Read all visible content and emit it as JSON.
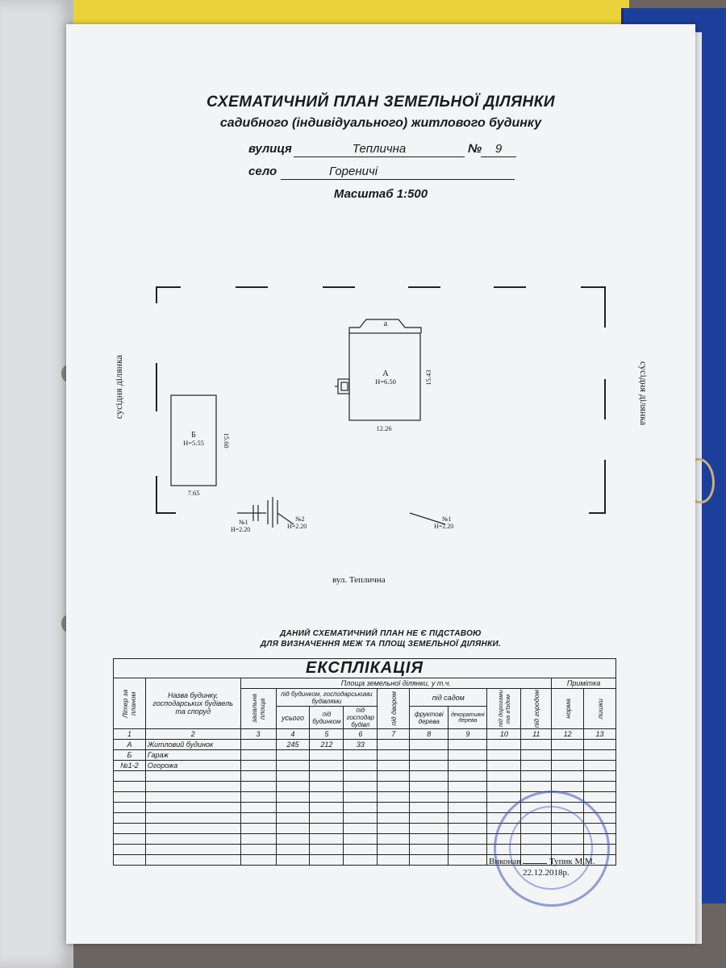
{
  "document": {
    "title": "СХЕМАТИЧНИЙ ПЛАН ЗЕМЕЛЬНОЇ ДІЛЯНКИ",
    "subtitle": "садибного (індивідуального) житлового будинку",
    "street_label": "вулиця",
    "street_value": "Теплична",
    "number_label": "№",
    "number_value": "9",
    "village_label": "село",
    "village_value": "Гореничі",
    "scale": "Масштаб 1:500"
  },
  "plan": {
    "neighbor_left": "сусідня ділянка",
    "neighbor_right": "сусідня ділянка",
    "house_a": {
      "letter": "А",
      "height": "Н=6.50",
      "width": "12.26",
      "depth": "15.43",
      "annex": "а"
    },
    "garage_b": {
      "letter": "Б",
      "height": "Н=5.55",
      "width": "7.65",
      "depth": "15.60"
    },
    "fences": [
      {
        "num": "№1",
        "height": "Н=2.20"
      },
      {
        "num": "№2",
        "height": "Н=2.20"
      },
      {
        "num": "№1",
        "height": "Н=2.20"
      }
    ],
    "street": "вул. Теплична"
  },
  "notice": {
    "line1": "ДАНИЙ СХЕМАТИЧНИЙ ПЛАН НЕ Є ПІДСТАВОЮ",
    "line2": "ДЛЯ ВИЗНАЧЕННЯ МЕЖ ТА ПЛОЩ ЗЕМЕЛЬНОЇ ДІЛЯНКИ."
  },
  "explication": {
    "title": "ЕКСПЛІКАЦІЯ",
    "headers": {
      "letter": "Літер за планом",
      "name": "Назва будинку, господарських будівель та споруд",
      "area_group": "Площа земельної ділянки, у т.ч.",
      "total": "загальна площа",
      "under_buildings": "під будинком, господарськими будівлями",
      "all": "усього",
      "house": "під будинком",
      "outbuildings": "під господар будівл",
      "yard": "під двором",
      "garden_group": "під садом",
      "fruit": "фруктові дерева",
      "decorative": "декоративні дерева",
      "roads": "під дорогами та в'їздом",
      "vegetable": "під городом",
      "note_group": "Примітка",
      "norm": "норма",
      "excess": "лишки"
    },
    "col_numbers": [
      "1",
      "2",
      "3",
      "4",
      "5",
      "6",
      "7",
      "8",
      "9",
      "10",
      "11",
      "12",
      "13"
    ],
    "rows": [
      {
        "letter": "А",
        "name": "Житловий будинок",
        "all": "245",
        "house": "212",
        "outbuildings": "33"
      },
      {
        "letter": "Б",
        "name": "Гараж",
        "all": "",
        "house": "",
        "outbuildings": ""
      },
      {
        "letter": "№1-2",
        "name": "Огорожа",
        "all": "",
        "house": "",
        "outbuildings": ""
      }
    ]
  },
  "signature": {
    "role": "Виконав",
    "name": "Тупик М.М.",
    "date": "22.12.2018р."
  }
}
